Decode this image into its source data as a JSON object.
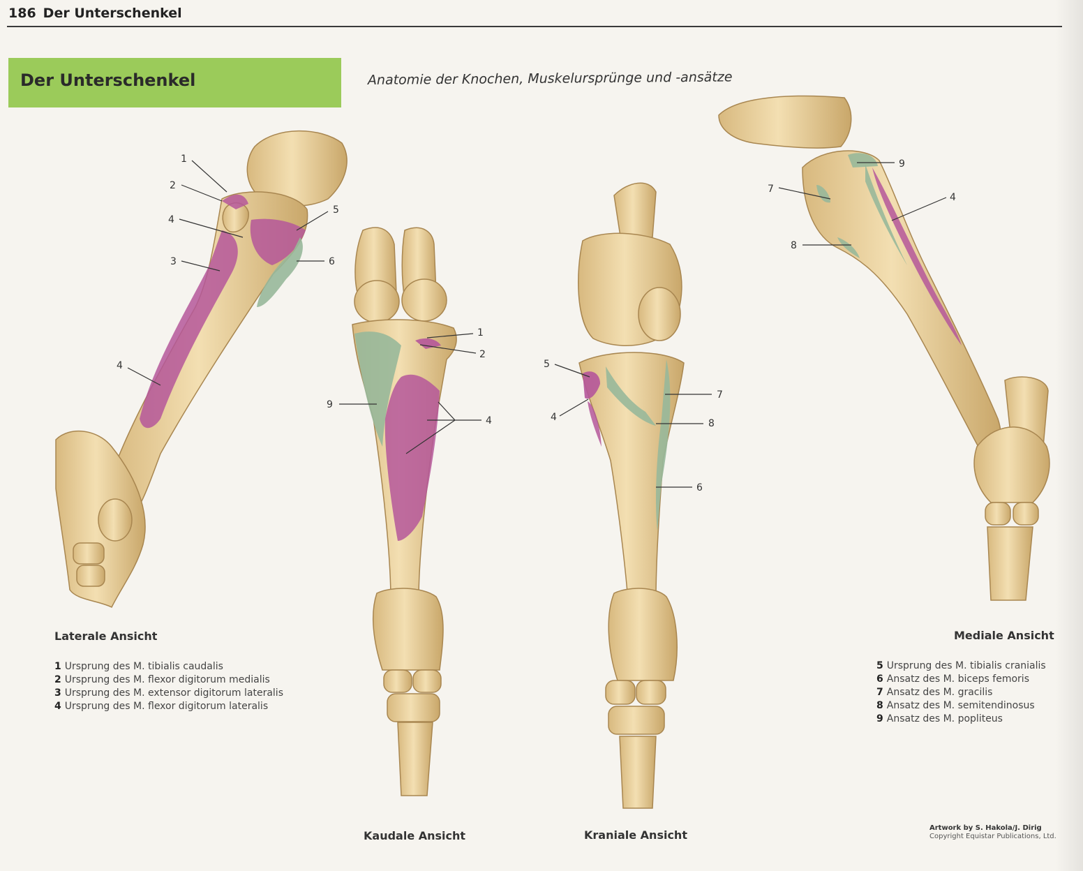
{
  "header": {
    "page_number": "186",
    "running_title": "Der Unterschenkel"
  },
  "chapter_title": "Der Unterschenkel",
  "subtitle": "Anatomie der Knochen, Muskelursprünge und -ansätze",
  "views": {
    "lateral": {
      "title": "Laterale Ansicht",
      "callouts": [
        "1",
        "2",
        "4",
        "3",
        "5",
        "6",
        "4"
      ]
    },
    "caudal": {
      "title": "Kaudale Ansicht",
      "callouts": [
        "1",
        "2",
        "9",
        "4"
      ]
    },
    "cranial": {
      "title": "Kraniale Ansicht",
      "callouts": [
        "5",
        "4",
        "7",
        "8",
        "6"
      ]
    },
    "medial": {
      "title": "Mediale Ansicht",
      "callouts": [
        "9",
        "7",
        "4",
        "8"
      ]
    }
  },
  "legend_left": [
    {
      "num": "1",
      "text": "Ursprung des M. tibialis caudalis"
    },
    {
      "num": "2",
      "text": "Ursprung des M. flexor digitorum medialis"
    },
    {
      "num": "3",
      "text": "Ursprung des M. extensor digitorum lateralis"
    },
    {
      "num": "4",
      "text": "Ursprung des M. flexor digitorum lateralis"
    }
  ],
  "legend_right": [
    {
      "num": "5",
      "text": "Ursprung des M. tibialis cranialis"
    },
    {
      "num": "6",
      "text": "Ansatz des M. biceps femoris"
    },
    {
      "num": "7",
      "text": "Ansatz des M. gracilis"
    },
    {
      "num": "8",
      "text": "Ansatz des M. semitendinosus"
    },
    {
      "num": "9",
      "text": "Ansatz des M. popliteus"
    }
  ],
  "credit": {
    "artwork": "Artwork by S. Hakola/J. Dirig",
    "copyright": "Copyright Equistar Publications, Ltd."
  },
  "colors": {
    "bone": "#efd7a4",
    "bone_shadow": "#c9a76a",
    "origin": "#b5579a",
    "insertion": "#98b89a",
    "title_band": "#9bcb5a"
  }
}
